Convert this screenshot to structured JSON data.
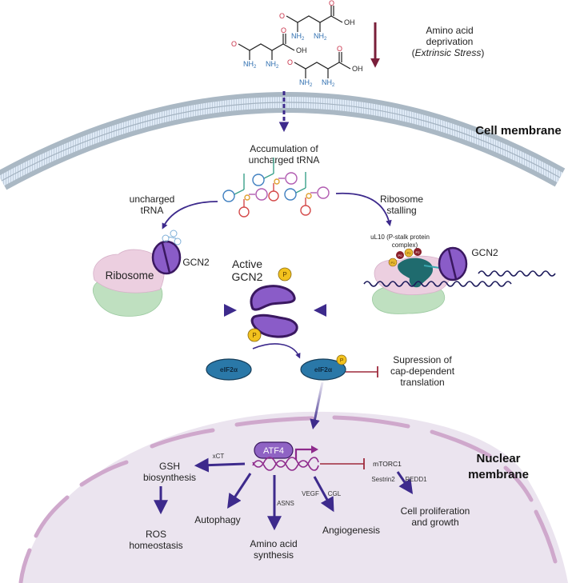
{
  "figure": {
    "title": "GCN2 activation under amino acid deprivation",
    "colors": {
      "arrow_purple": "#3d2a8c",
      "inhibit_red": "#9e2a3c",
      "gcn2_purple": "#8a5cc8",
      "gcn2_outline": "#3a1860",
      "ribosome_pink": "#eccfe0",
      "ribosome_green": "#bfe0c0",
      "eif2a_blue": "#2a78a8",
      "phospho_yellow": "#f2c21e",
      "nucleus_fill": "#ebe4ef",
      "nuclear_envelope": "#d4b2d0",
      "membrane_gray": "#aab8c4",
      "membrane_inner": "#dfeaf6",
      "stress_arrow": "#7a1f3a",
      "atf4_fill": "#8f63c4",
      "dna_magenta": "#8e2a8c"
    }
  },
  "stress": {
    "line1": "Amino acid",
    "line2": "deprivation",
    "line3_prefix": "(",
    "line3_italic": "Extrinsic Stress",
    "line3_suffix": ")"
  },
  "molecules": {
    "atoms": {
      "O": "O",
      "OH": "OH",
      "NH2": "NH",
      "sub2": "2"
    }
  },
  "cell_membrane": {
    "label": "Cell membrane"
  },
  "accumulation": {
    "line1": "Accumulation of",
    "line2": "uncharged tRNA"
  },
  "left_path": {
    "arrow_label_line1": "uncharged",
    "arrow_label_line2": "tRNA",
    "ribosome_label": "Ribosome",
    "gcn2_label": "GCN2"
  },
  "right_path": {
    "arrow_label_line1": "Ribosome",
    "arrow_label_line2": "stalling",
    "pstalk_line1": "uL10 (P-stalk protein",
    "pstalk_line2": "complex)",
    "pstalk_beads": [
      "P1",
      "P0",
      "P1",
      "P2"
    ],
    "gcn2_label": "GCN2"
  },
  "active_gcn2": {
    "line1": "Active",
    "line2": "GCN2",
    "phospho": "P"
  },
  "eif2a": {
    "unphosphorylated": "eIF2α",
    "phosphorylated": "eIF2α",
    "phospho": "P",
    "suppression_line1": "Supression of",
    "suppression_line2": "cap-dependent",
    "suppression_line3": "translation"
  },
  "nucleus": {
    "label_line1": "Nuclear",
    "label_line2": "membrane",
    "atf4": "ATF4",
    "mtorc1": "mTORC1",
    "xct": "xCT",
    "asns": "ASNS",
    "vegf": "VEGF",
    "cgl": "CGL",
    "sestrin2": "Sestrin2",
    "redd1": "REDD1",
    "gsh_line1": "GSH",
    "gsh_line2": "biosynthesis",
    "ros_line1": "ROS",
    "ros_line2": "homeostasis",
    "autophagy": "Autophagy",
    "aa_line1": "Amino acid",
    "aa_line2": "synthesis",
    "angiogenesis": "Angiogenesis",
    "prolif_line1": "Cell proliferation",
    "prolif_line2": "and growth"
  }
}
